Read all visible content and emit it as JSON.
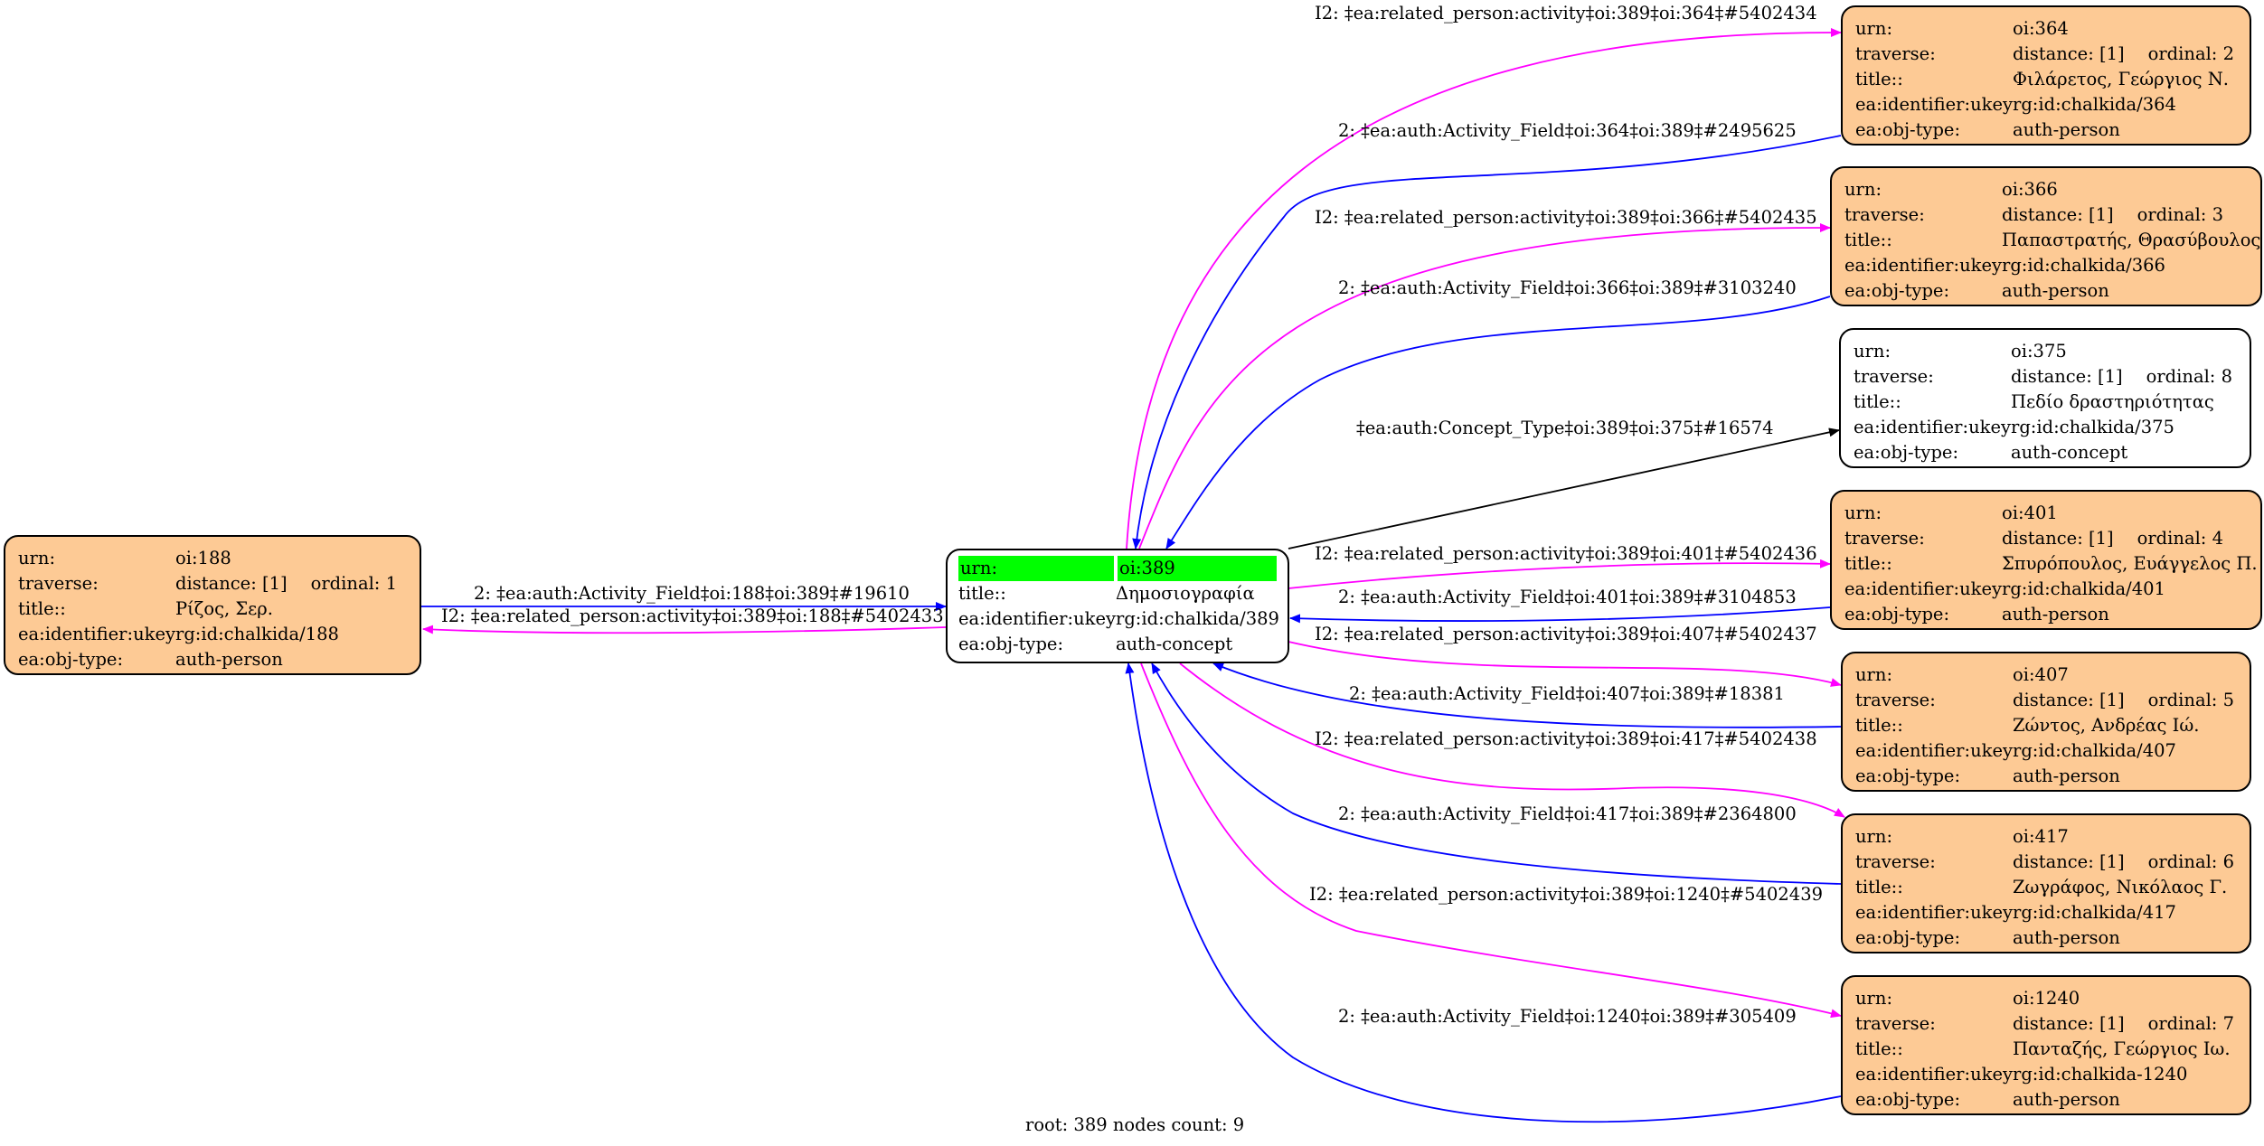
{
  "colors": {
    "person_fill": "#fdca95",
    "root_highlight": "#00ff00",
    "edge_related": "#ff00ff",
    "edge_activity": "#0000ff",
    "edge_type": "#000000"
  },
  "labels": {
    "urn": "urn:",
    "traverse": "traverse:",
    "title": "title::",
    "ukey": "ea:identifier:ukey",
    "objtype": "ea:obj-type:"
  },
  "root": {
    "urn": "oi:389",
    "title": "Δημοσιογραφία",
    "ukey": "rg:id:chalkida/389",
    "objtype": "auth-concept"
  },
  "nodes": [
    {
      "id": "n188",
      "urn": "oi:188",
      "distance": "distance: [1]",
      "ordinal": "ordinal: 1",
      "title": "Ρίζος, Σερ.",
      "ukey": "rg:id:chalkida/188",
      "objtype": "auth-person"
    },
    {
      "id": "n364",
      "urn": "oi:364",
      "distance": "distance: [1]",
      "ordinal": "ordinal: 2",
      "title": "Φιλάρετος, Γεώργιος Ν.",
      "ukey": "rg:id:chalkida/364",
      "objtype": "auth-person"
    },
    {
      "id": "n366",
      "urn": "oi:366",
      "distance": "distance: [1]",
      "ordinal": "ordinal: 3",
      "title": "Παπαστρατής, Θρασύβουλος",
      "ukey": "rg:id:chalkida/366",
      "objtype": "auth-person"
    },
    {
      "id": "n375",
      "urn": "oi:375",
      "distance": "distance: [1]",
      "ordinal": "ordinal: 8",
      "title": "Πεδίο δραστηριότητας",
      "ukey": "rg:id:chalkida/375",
      "objtype": "auth-concept"
    },
    {
      "id": "n401",
      "urn": "oi:401",
      "distance": "distance: [1]",
      "ordinal": "ordinal: 4",
      "title": "Σπυρόπουλος, Ευάγγελος Π.",
      "ukey": "rg:id:chalkida/401",
      "objtype": "auth-person"
    },
    {
      "id": "n407",
      "urn": "oi:407",
      "distance": "distance: [1]",
      "ordinal": "ordinal: 5",
      "title": "Ζώντος, Ανδρέας Ιώ.",
      "ukey": "rg:id:chalkida/407",
      "objtype": "auth-person"
    },
    {
      "id": "n417",
      "urn": "oi:417",
      "distance": "distance: [1]",
      "ordinal": "ordinal: 6",
      "title": "Ζωγράφος, Νικόλαος Γ.",
      "ukey": "rg:id:chalkida/417",
      "objtype": "auth-person"
    },
    {
      "id": "n1240",
      "urn": "oi:1240",
      "distance": "distance: [1]",
      "ordinal": "ordinal: 7",
      "title": "Πανταζής, Γεώργιος Ιω.",
      "ukey": "rg:id:chalkida-1240",
      "objtype": "auth-person"
    }
  ],
  "edges": {
    "e188_act": "2: ‡ea:auth:Activity_Field‡oi:188‡oi:389‡#19610",
    "e188_rel": "I2: ‡ea:related_person:activity‡oi:389‡oi:188‡#5402433",
    "e364_rel": "I2: ‡ea:related_person:activity‡oi:389‡oi:364‡#5402434",
    "e364_act": "2: ‡ea:auth:Activity_Field‡oi:364‡oi:389‡#2495625",
    "e366_rel": "I2: ‡ea:related_person:activity‡oi:389‡oi:366‡#5402435",
    "e366_act": "2: ‡ea:auth:Activity_Field‡oi:366‡oi:389‡#3103240",
    "e375_type": "‡ea:auth:Concept_Type‡oi:389‡oi:375‡#16574",
    "e401_rel": "I2: ‡ea:related_person:activity‡oi:389‡oi:401‡#5402436",
    "e401_act": "2: ‡ea:auth:Activity_Field‡oi:401‡oi:389‡#3104853",
    "e407_rel": "I2: ‡ea:related_person:activity‡oi:389‡oi:407‡#5402437",
    "e407_act": "2: ‡ea:auth:Activity_Field‡oi:407‡oi:389‡#18381",
    "e417_rel": "I2: ‡ea:related_person:activity‡oi:389‡oi:417‡#5402438",
    "e417_act": "2: ‡ea:auth:Activity_Field‡oi:417‡oi:389‡#2364800",
    "e1240_rel": "I2: ‡ea:related_person:activity‡oi:389‡oi:1240‡#5402439",
    "e1240_act": "2: ‡ea:auth:Activity_Field‡oi:1240‡oi:389‡#305409"
  },
  "footer": "root: 389 nodes count: 9"
}
